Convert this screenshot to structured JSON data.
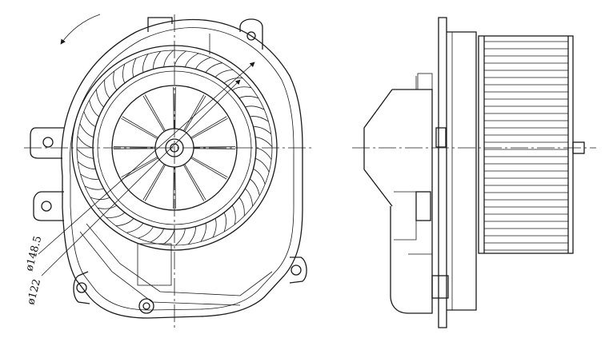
{
  "dimensions": {
    "outer_diameter": "ø148.5",
    "inner_diameter": "ø122"
  },
  "colors": {
    "line": "#1a1a1a",
    "background": "#ffffff"
  },
  "views": [
    "front",
    "side"
  ],
  "rotation_arrow": "counter-clockwise"
}
